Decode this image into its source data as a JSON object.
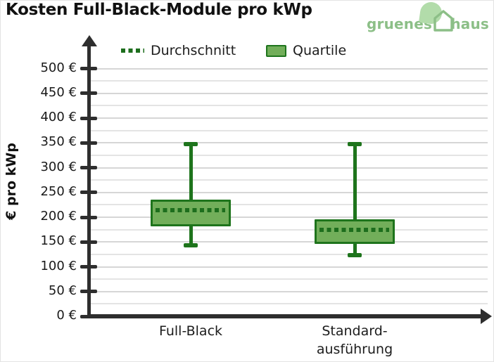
{
  "header": {
    "title": "Kosten Full-Black-Module pro kWp"
  },
  "logo": {
    "word1": "gruenes",
    "word2": "haus",
    "green": "#8cbf87",
    "leaf": "#b2dcaa"
  },
  "chart_data": {
    "type": "boxplot",
    "title": "Kosten Full-Black-Module pro kWp",
    "ylabel": "€ pro kWp",
    "y_axis": {
      "min": 0,
      "max": 500,
      "major_step": 50,
      "minor_step": 25,
      "tick_labels": [
        "0 €",
        "50 €",
        "100 €",
        "150 €",
        "200 €",
        "250 €",
        "300 €",
        "350 €",
        "400 €",
        "450 €",
        "500 €"
      ],
      "grid": "on"
    },
    "legend": [
      {
        "label": "Durchschnitt",
        "marker": "dotted-line"
      },
      {
        "label": "Quartile",
        "marker": "filled-box"
      }
    ],
    "categories": [
      {
        "name": "Full-Black",
        "label_lines": [
          "Full-Black"
        ]
      },
      {
        "name": "Standardausführung",
        "label_lines": [
          "Standard-",
          "ausführung"
        ]
      }
    ],
    "series": [
      {
        "name": "Full-Black",
        "min": 143,
        "q1": 181,
        "mean": 214,
        "q3": 236,
        "max": 347
      },
      {
        "name": "Standardausführung",
        "min": 123,
        "q1": 146,
        "mean": 174,
        "q3": 196,
        "max": 347
      }
    ],
    "colors": {
      "box_fill": "#72ae5a",
      "box_border": "#1e741c",
      "mean_dots": "#1d6e1d",
      "axis": "#2e2e2e",
      "grid_major": "#d6d6d6",
      "grid_minor": "#e4e4e4",
      "text": "#1c1c1c"
    }
  }
}
